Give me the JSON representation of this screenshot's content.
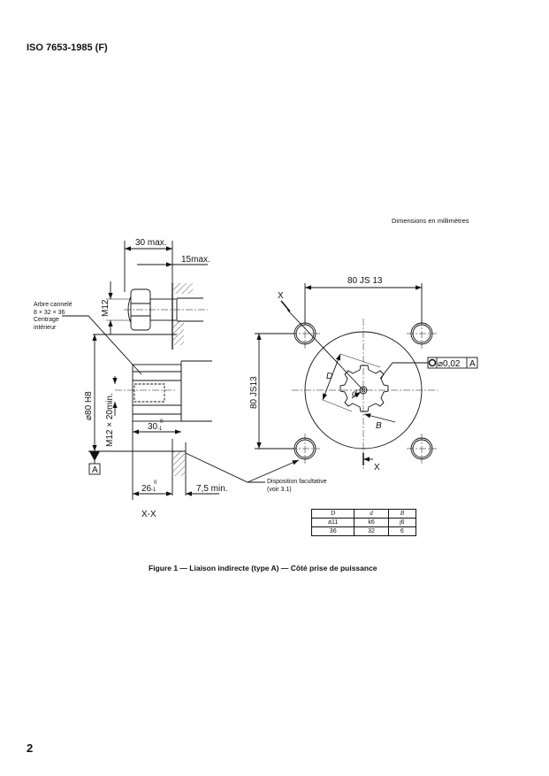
{
  "header": {
    "title": "ISO 7653-1985 (F)"
  },
  "units_note": "Dimensions en millimètres",
  "drawing": {
    "left_view": {
      "dim_30_max": "30 max.",
      "dim_15_max": "15max.",
      "dim_m12": "M12",
      "dim_phi80": "⌀80 H8",
      "dim_m12x20": "M12 × 20min.",
      "dim_30_tol": "30",
      "dim_30_tol_upper": "0",
      "dim_30_tol_lower": "-1",
      "dim_26": "26",
      "dim_26_upper": "0",
      "dim_26_lower": "-1",
      "dim_7_5_min": "7,5 min.",
      "datum_label": "A",
      "section_label": "X-X",
      "spline_note": [
        "Arbre cannelé",
        "8 × 32 × 36",
        "Centrage",
        "intérieur"
      ]
    },
    "right_view": {
      "dim_80_horizontal": "80 JS 13",
      "dim_80_vertical": "80 JS13",
      "section_mark_top": "X",
      "section_mark_bottom": "X",
      "label_D": "D",
      "label_d": "d",
      "label_B": "B",
      "tolerance_frame": {
        "symbol": "concentricity",
        "value": "⌀0,02",
        "datum": "A"
      },
      "optional_note": [
        "Disposition facultative",
        "(voir 3.1)"
      ]
    }
  },
  "spec_table": {
    "headers": [
      "D",
      "d",
      "B"
    ],
    "tolerances": [
      "a11",
      "k6",
      "j6"
    ],
    "values": [
      "36",
      "32",
      "6"
    ]
  },
  "caption": "Figure 1 — Liaison indirecte (type A) — Côté prise de puissance",
  "page_number": "2"
}
